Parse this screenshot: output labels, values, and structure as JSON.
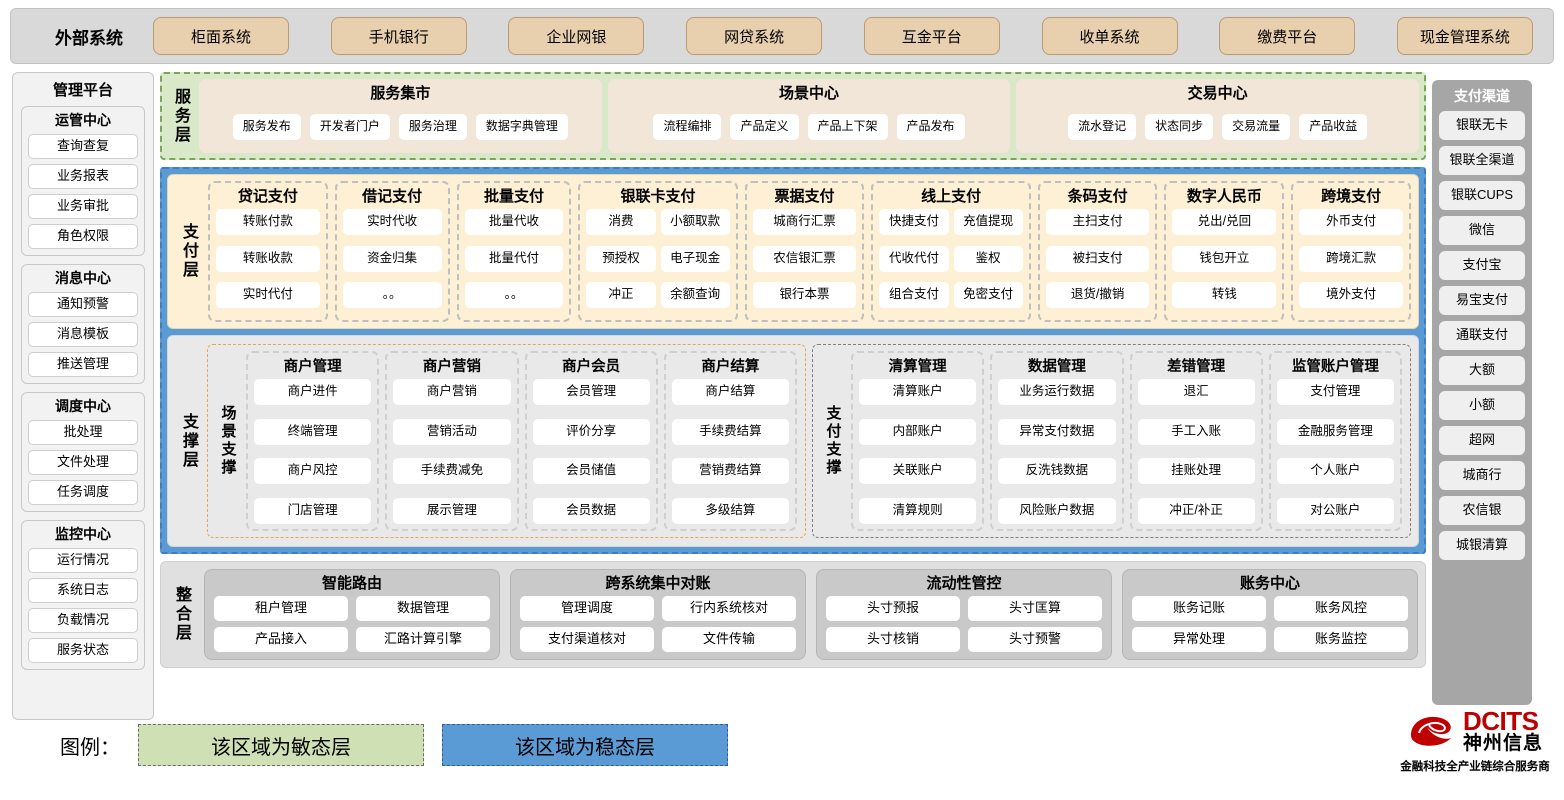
{
  "external": {
    "title": "外部系统",
    "items": [
      "柜面系统",
      "手机银行",
      "企业网银",
      "网贷系统",
      "互金平台",
      "收单系统",
      "缴费平台",
      "现金管理系统"
    ]
  },
  "management": {
    "title": "管理平台",
    "groups": [
      {
        "title": "运管中心",
        "items": [
          "查询查复",
          "业务报表",
          "业务审批",
          "角色权限"
        ]
      },
      {
        "title": "消息中心",
        "items": [
          "通知预警",
          "消息模板",
          "推送管理"
        ]
      },
      {
        "title": "调度中心",
        "items": [
          "批处理",
          "文件处理",
          "任务调度"
        ]
      },
      {
        "title": "监控中心",
        "items": [
          "运行情况",
          "系统日志",
          "负载情况",
          "服务状态"
        ]
      }
    ]
  },
  "channels": {
    "title": "支付渠道",
    "items": [
      "银联无卡",
      "银联全渠道",
      "银联CUPS",
      "微信",
      "支付宝",
      "易宝支付",
      "通联支付",
      "大额",
      "小额",
      "超网",
      "城商行",
      "农信银",
      "城银清算"
    ]
  },
  "service_layer": {
    "label": "服务层",
    "groups": [
      {
        "title": "服务集市",
        "items": [
          "服务发布",
          "开发者门户",
          "服务治理",
          "数据字典管理"
        ]
      },
      {
        "title": "场景中心",
        "items": [
          "流程编排",
          "产品定义",
          "产品上下架",
          "产品发布"
        ]
      },
      {
        "title": "交易中心",
        "items": [
          "流水登记",
          "状态同步",
          "交易流量",
          "产品收益"
        ]
      }
    ]
  },
  "payment_layer": {
    "label": "支付层",
    "groups": [
      {
        "title": "贷记支付",
        "cols": 1,
        "items": [
          "转账付款",
          "转账收款",
          "实时代付"
        ]
      },
      {
        "title": "借记支付",
        "cols": 1,
        "items": [
          "实时代收",
          "资金归集",
          "。。"
        ]
      },
      {
        "title": "批量支付",
        "cols": 1,
        "items": [
          "批量代收",
          "批量代付",
          "。。"
        ]
      },
      {
        "title": "银联卡支付",
        "cols": 2,
        "items": [
          "消费",
          "小额取款",
          "预授权",
          "电子现金",
          "冲正",
          "余额查询"
        ]
      },
      {
        "title": "票据支付",
        "cols": 1,
        "items": [
          "城商行汇票",
          "农信银汇票",
          "银行本票"
        ]
      },
      {
        "title": "线上支付",
        "cols": 2,
        "items": [
          "快捷支付",
          "充值提现",
          "代收代付",
          "鉴权",
          "组合支付",
          "免密支付"
        ]
      },
      {
        "title": "条码支付",
        "cols": 1,
        "items": [
          "主扫支付",
          "被扫支付",
          "退货/撤销"
        ]
      },
      {
        "title": "数字人民币",
        "cols": 1,
        "items": [
          "兑出/兑回",
          "钱包开立",
          "转钱"
        ]
      },
      {
        "title": "跨境支付",
        "cols": 1,
        "items": [
          "外币支付",
          "跨境汇款",
          "境外支付"
        ]
      }
    ]
  },
  "support_layer": {
    "label": "支撑层",
    "scene": {
      "label": "场景支撑",
      "groups": [
        {
          "title": "商户管理",
          "items": [
            "商户进件",
            "终端管理",
            "商户风控",
            "门店管理"
          ]
        },
        {
          "title": "商户营销",
          "items": [
            "商户营销",
            "营销活动",
            "手续费减免",
            "展示管理"
          ]
        },
        {
          "title": "商户会员",
          "items": [
            "会员管理",
            "评价分享",
            "会员储值",
            "会员数据"
          ]
        },
        {
          "title": "商户结算",
          "items": [
            "商户结算",
            "手续费结算",
            "营销费结算",
            "多级结算"
          ]
        }
      ]
    },
    "paysupport": {
      "label": "支付支撑",
      "groups": [
        {
          "title": "清算管理",
          "items": [
            "清算账户",
            "内部账户",
            "关联账户",
            "清算规则"
          ]
        },
        {
          "title": "数据管理",
          "items": [
            "业务运行数据",
            "异常支付数据",
            "反洗钱数据",
            "风险账户数据"
          ]
        },
        {
          "title": "差错管理",
          "items": [
            "退汇",
            "手工入账",
            "挂账处理",
            "冲正/补正"
          ]
        },
        {
          "title": "监管账户管理",
          "items": [
            "支付管理",
            "金融服务管理",
            "个人账户",
            "对公账户"
          ]
        }
      ]
    }
  },
  "integration_layer": {
    "label": "整合层",
    "groups": [
      {
        "title": "智能路由",
        "items": [
          "租户管理",
          "数据管理",
          "产品接入",
          "汇路计算引擎"
        ]
      },
      {
        "title": "跨系统集中对账",
        "items": [
          "管理调度",
          "行内系统核对",
          "支付渠道核对",
          "文件传输"
        ]
      },
      {
        "title": "流动性管控",
        "items": [
          "头寸预报",
          "头寸匡算",
          "头寸核销",
          "头寸预警"
        ]
      },
      {
        "title": "账务中心",
        "items": [
          "账务记账",
          "账务风控",
          "异常处理",
          "账务监控"
        ]
      }
    ]
  },
  "legend": {
    "label": "图例：",
    "agile": "该区域为敏态层",
    "stable": "该区域为稳态层"
  },
  "logo": {
    "en": "DCITS",
    "cn": "神州信息",
    "tagline": "金融科技全产业链综合服务商"
  },
  "colors": {
    "agile_green": "#d8e8c8",
    "stable_blue": "#5b9bd5",
    "payment_cream": "#fdf0d5",
    "external_tan": "#e8cfae",
    "brand_red": "#c00000"
  }
}
